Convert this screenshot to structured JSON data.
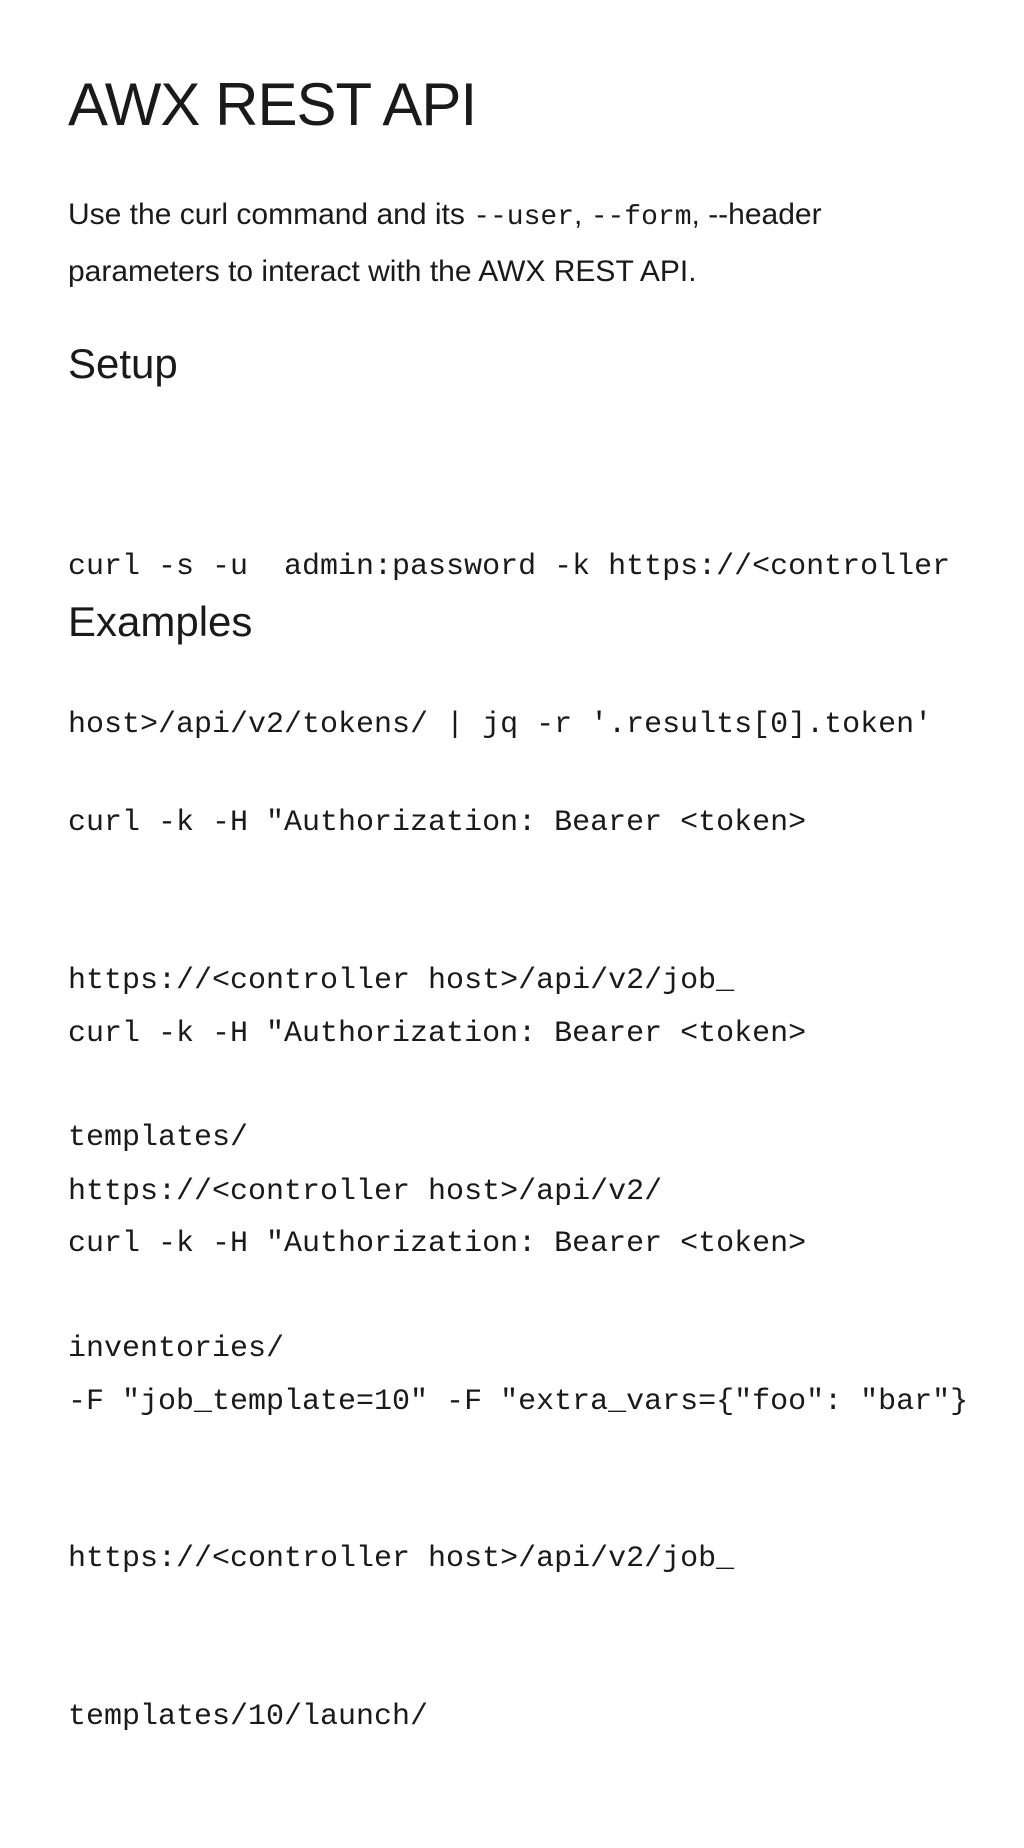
{
  "title": "AWX REST API",
  "intro": {
    "part1": "Use the curl command and its ",
    "opt_user": "--user",
    "sep1": ", ",
    "opt_form": "--form",
    "sep2": ", ",
    "opt_header": "--header",
    "part2": " parameters to interact with the AWX REST API."
  },
  "setup": {
    "heading": "Setup",
    "lines": [
      "curl -s -u  admin:password -k https://<controller",
      "host>/api/v2/tokens/ | jq -r '.results[0].token'"
    ]
  },
  "examples": {
    "heading": "Examples",
    "items": [
      {
        "lines": [
          "curl -k -H \"Authorization: Bearer <token>",
          "https://<controller host>/api/v2/job_",
          "templates/"
        ]
      },
      {
        "lines": [
          "curl -k -H \"Authorization: Bearer <token>",
          "https://<controller host>/api/v2/",
          "inventories/"
        ]
      },
      {
        "lines": [
          "curl -k -H \"Authorization: Bearer <token>",
          "-F \"job_template=10\" -F \"extra_vars={\"foo\": \"bar\"}",
          "https://<controller host>/api/v2/job_",
          "templates/10/launch/"
        ]
      }
    ]
  }
}
